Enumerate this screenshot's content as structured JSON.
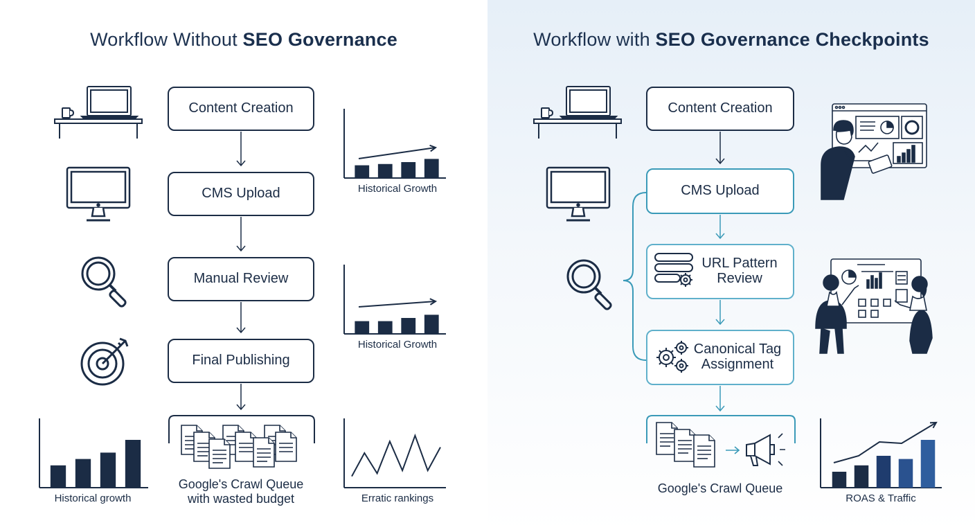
{
  "left": {
    "title_plain": "Workflow Without ",
    "title_bold": "SEO Governance",
    "steps": [
      "Content Creation",
      "CMS Upload",
      "Manual Review",
      "Final Publishing"
    ],
    "crawl_queue_label_line1": "Google's Crawl Queue",
    "crawl_queue_label_line2": "with wasted budget",
    "charts": {
      "growth_top": {
        "label": "Historical Growth"
      },
      "growth_mid": {
        "label": "Historical Growth"
      },
      "growth_bottom": {
        "label": "Historical growth"
      },
      "erratic": {
        "label": "Erratic rankings"
      }
    }
  },
  "right": {
    "title_plain": "Workflow with ",
    "title_bold": "SEO Governance Checkpoints",
    "steps": [
      "Content Creation",
      "CMS Upload",
      "URL Pattern\nReview",
      "Canonical Tag\nAssignment"
    ],
    "crawl_queue_label": "Google's Crawl Queue",
    "charts": {
      "roas": {
        "label": "ROAS & Traffic"
      }
    }
  },
  "colors": {
    "navy": "#1b2c45",
    "teal": "#3a9ab8",
    "accent_blue": "#2f5e9e"
  },
  "chart_data": [
    {
      "type": "bar",
      "title": "Historical Growth",
      "values": [
        2,
        2.2,
        2.5,
        3
      ],
      "trend": "upward arrow"
    },
    {
      "type": "bar",
      "title": "Historical Growth",
      "values": [
        2,
        2,
        2.5,
        3
      ],
      "trend": "upward arrow"
    },
    {
      "type": "bar",
      "title": "Historical growth",
      "values": [
        3.5,
        4.5,
        5.5,
        7.5
      ]
    },
    {
      "type": "line",
      "title": "Erratic rankings",
      "values": [
        1,
        5,
        1.5,
        7,
        2,
        8,
        2,
        6
      ]
    },
    {
      "type": "bar",
      "title": "ROAS & Traffic",
      "values": [
        2.5,
        3.5,
        5,
        4.5,
        7.5
      ],
      "trend": "upward arrow"
    }
  ]
}
